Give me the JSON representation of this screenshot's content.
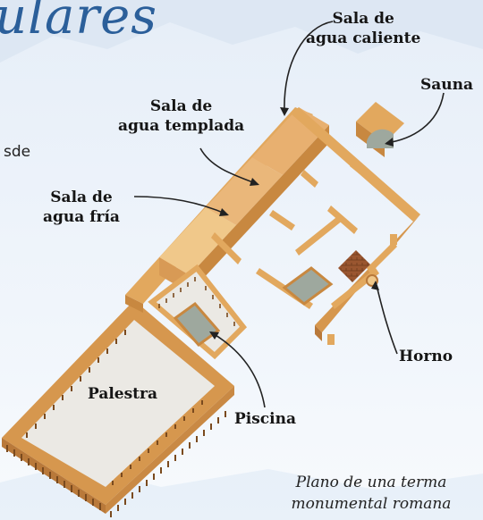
{
  "title": "ulares",
  "left_fragment": "sde",
  "labels": {
    "caliente": [
      "Sala de",
      "agua caliente"
    ],
    "sauna": "Sauna",
    "templada": [
      "Sala de",
      "agua templada"
    ],
    "fria": [
      "Sala de",
      "agua fría"
    ],
    "horno": "Horno",
    "palestra": "Palestra",
    "piscina": "Piscina"
  },
  "caption": [
    "Plano de una terma",
    "monumental romana"
  ],
  "colors": {
    "title": "#2b5f9a",
    "wall": "#e2a85e",
    "wall_dark": "#c88840",
    "wall_light": "#f0c88a",
    "pool": "#9ea89e",
    "furnace": "#9a5630",
    "background": "#f4f8fc"
  }
}
